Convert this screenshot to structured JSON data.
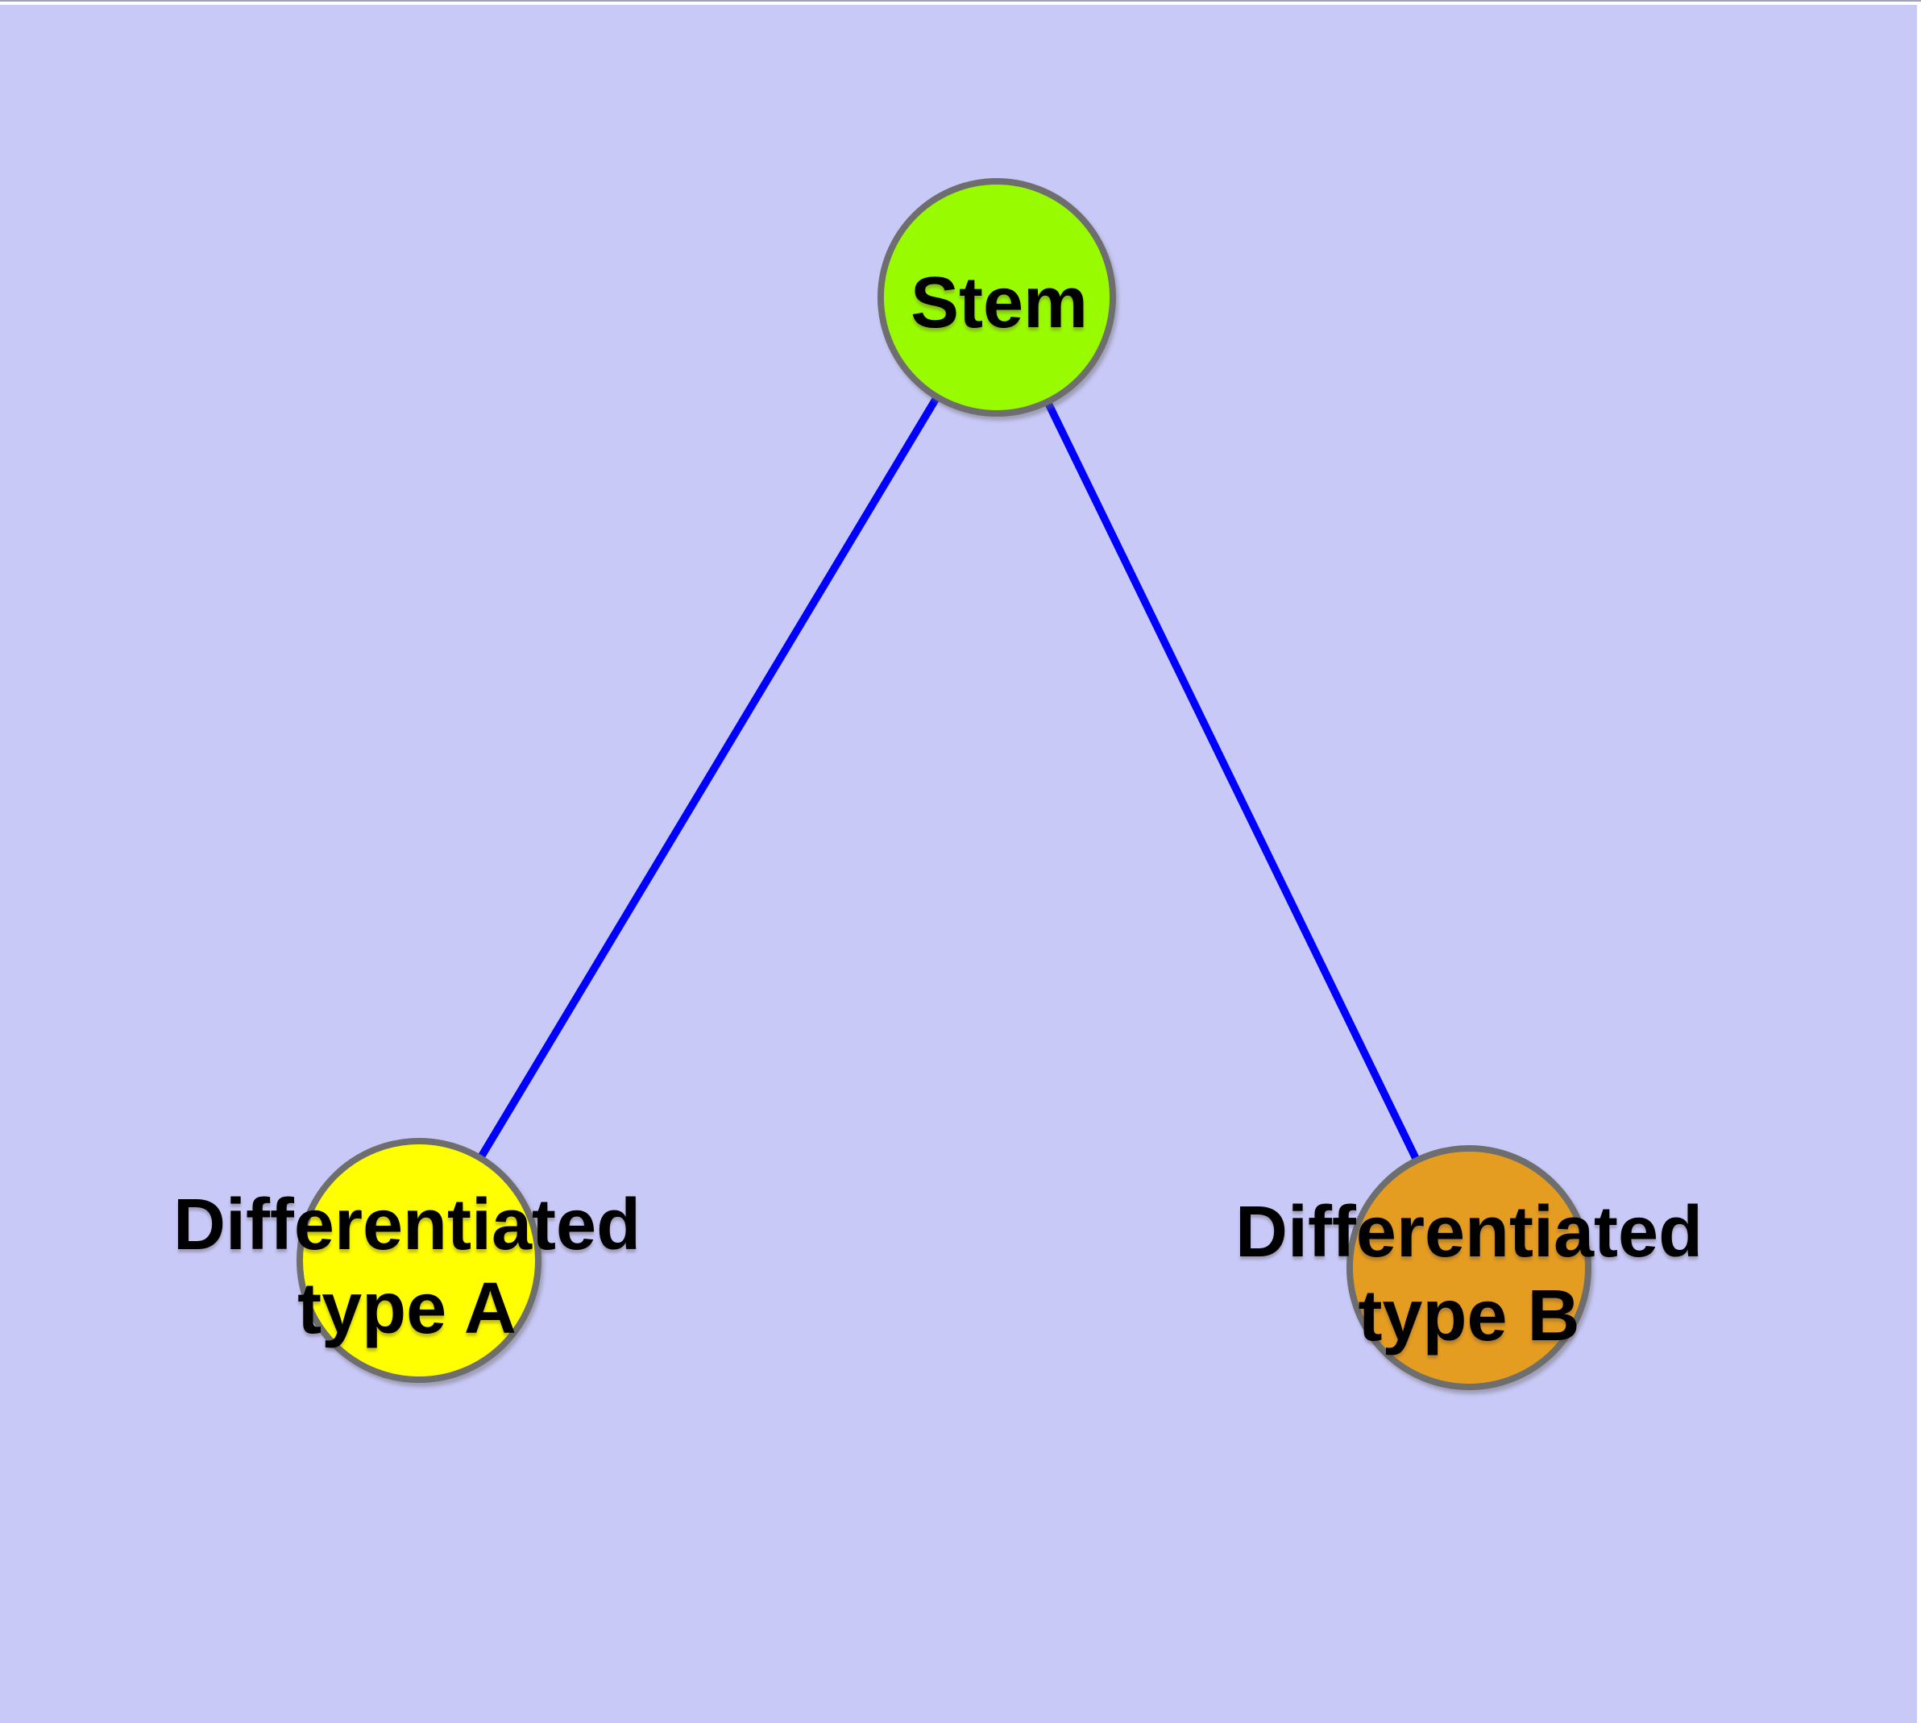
{
  "diagram": {
    "type": "graph",
    "background_color": "#C9C9F8",
    "edge_color": "#0000FF",
    "node_border_color": "#6E6E6E",
    "nodes": {
      "stem": {
        "label": "Stem",
        "fill_color": "#99FB00"
      },
      "type_a": {
        "label_line1": "Differentiated",
        "label_line2": "type A",
        "fill_color": "#FFFF00"
      },
      "type_b": {
        "label_line1": "Differentiated",
        "label_line2": "type B",
        "fill_color": "#E49C21"
      }
    },
    "edges": [
      {
        "from": "Stem",
        "to": "Differentiated type A"
      },
      {
        "from": "Stem",
        "to": "Differentiated type B"
      }
    ]
  }
}
